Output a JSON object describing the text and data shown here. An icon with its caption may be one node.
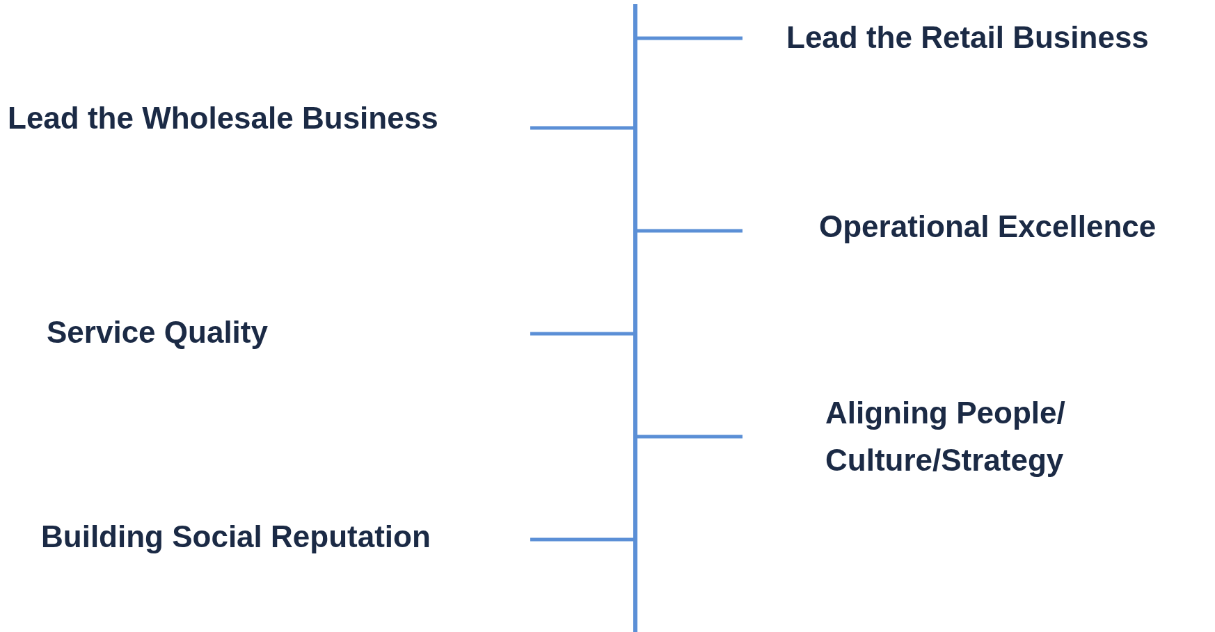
{
  "diagram": {
    "labels": [
      "Lead the Retail Business",
      "Lead the Wholesale Business",
      "Operational Excellence",
      "Service Quality",
      "Aligning People/ Culture/Strategy",
      "Building Social Reputation"
    ]
  }
}
